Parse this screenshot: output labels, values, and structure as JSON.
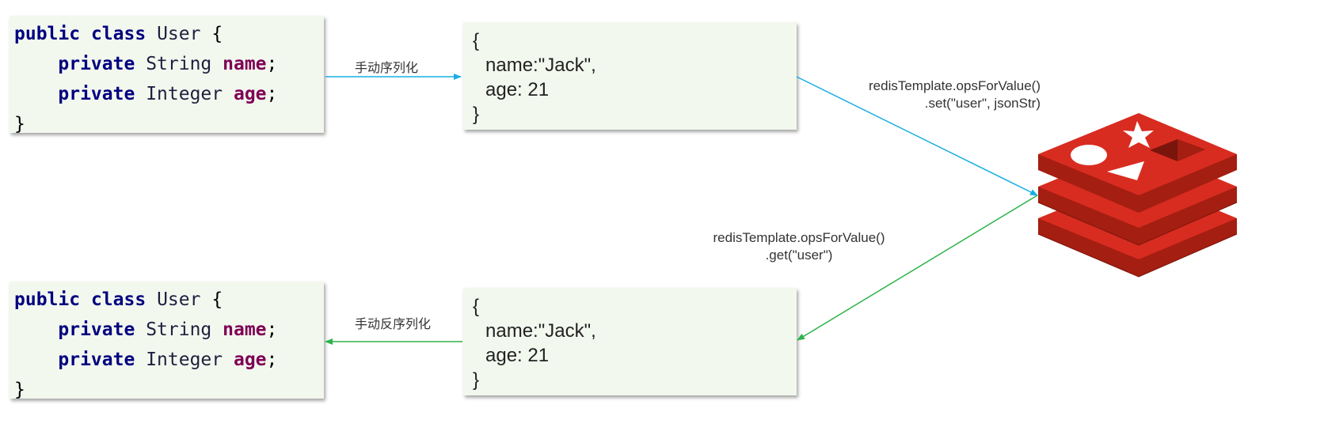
{
  "colors": {
    "serialize_arrow": "#1aaee5",
    "deserialize_arrow": "#2db34a",
    "redis_red": "#d82c20"
  },
  "top_code": {
    "line1": {
      "kw1": "public",
      "kw2": "class",
      "name": "User",
      "brace": "{"
    },
    "line2": {
      "kw": "private",
      "type": "String",
      "field": "name",
      "end": ";"
    },
    "line3": {
      "kw": "private",
      "type": "Integer",
      "field": "age",
      "end": ";"
    },
    "line4": "}"
  },
  "bottom_code": {
    "line1": {
      "kw1": "public",
      "kw2": "class",
      "name": "User",
      "brace": "{"
    },
    "line2": {
      "kw": "private",
      "type": "String",
      "field": "name",
      "end": ";"
    },
    "line3": {
      "kw": "private",
      "type": "Integer",
      "field": "age",
      "end": ";"
    },
    "line4": "}"
  },
  "top_json": {
    "open": "{",
    "name_line": "name:\"Jack\",",
    "age_line": "age: 21",
    "close": "}"
  },
  "bottom_json": {
    "open": "{",
    "name_line": "name:\"Jack\",",
    "age_line": "age: 21",
    "close": "}"
  },
  "labels": {
    "serialize": "手动序列化",
    "deserialize": "手动反序列化",
    "set_line1": "redisTemplate.opsForValue()",
    "set_line2": ".set(\"user\", jsonStr)",
    "get_line1": "redisTemplate.opsForValue()",
    "get_line2": ".get(\"user\")"
  },
  "icons": {
    "redis": "redis-logo-icon"
  }
}
